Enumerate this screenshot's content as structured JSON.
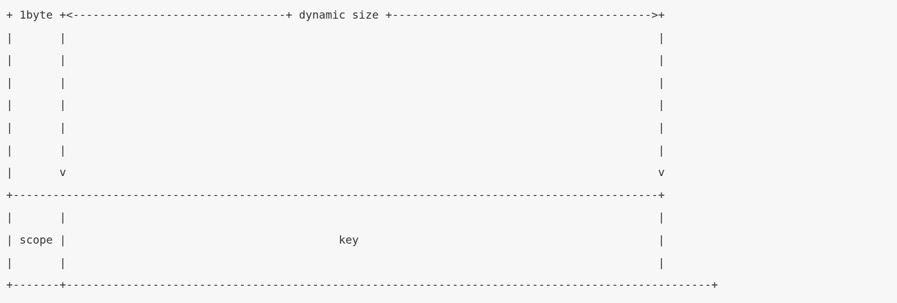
{
  "diagram": {
    "lines": [
      "+ 1byte +<--------------------------------+ dynamic size +--------------------------------------->+",
      "|       |                                                                                         |",
      "|       |                                                                                         |",
      "|       |                                                                                         |",
      "|       |                                                                                         |",
      "|       |                                                                                         |",
      "|       |                                                                                         |",
      "|       v                                                                                         v",
      "+-------------------------------------------------------------------------------------------------+",
      "|       |                                                                                         |",
      "| scope |                                         key                                             |",
      "|       |                                                                                         |",
      "+-------+-------------------------------------------------------------------------------------------------+"
    ]
  }
}
